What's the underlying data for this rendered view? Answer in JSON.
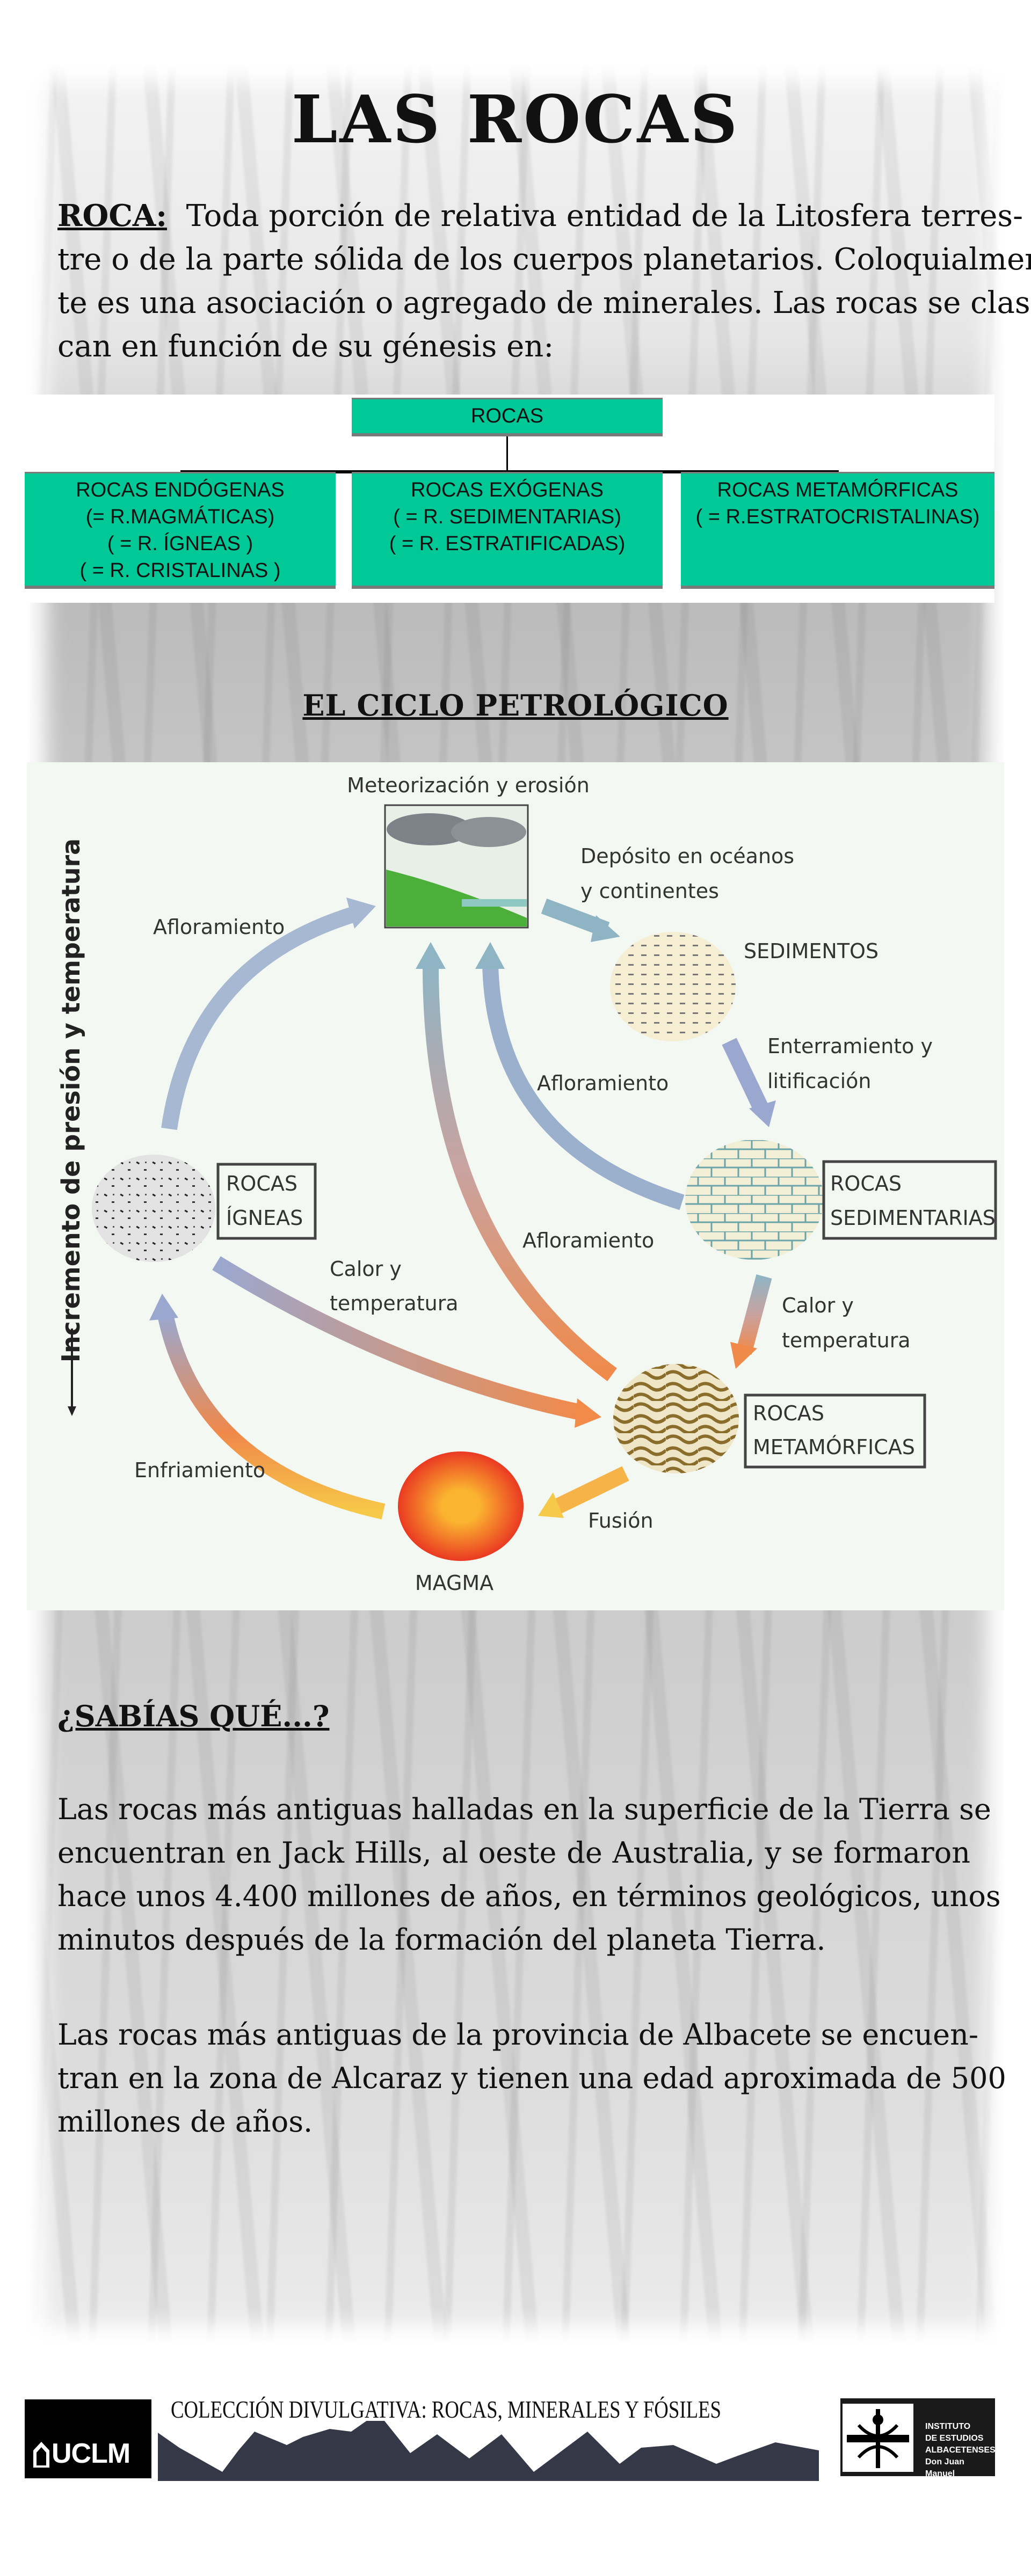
{
  "title": "LAS ROCAS",
  "intro": {
    "term": "ROCA:",
    "lines": [
      "Toda porción de relativa entidad de la Litosfera terres-",
      "tre o de la parte sólida de los cuerpos planetarios. Coloquialmen-",
      "te es una asociación o agregado de minerales. Las rocas se clasifi-",
      "can en función de su génesis en:"
    ]
  },
  "org_chart": {
    "root": "ROCAS",
    "children": [
      {
        "title": "ROCAS ENDÓGENAS",
        "lines": [
          "(= R.MAGMÁTICAS)",
          "( = R. ÍGNEAS )",
          "( = R. CRISTALINAS )"
        ]
      },
      {
        "title": "ROCAS EXÓGENAS",
        "lines": [
          "( = R. SEDIMENTARIAS)",
          "( =  R. ESTRATIFICADAS)"
        ]
      },
      {
        "title": "ROCAS METAMÓRFICAS",
        "lines": [
          "( = R.ESTRATOCRISTALINAS)"
        ]
      }
    ],
    "colors": {
      "box": "#00c896"
    }
  },
  "cycle": {
    "heading": "EL CICLO PETROLÓGICO",
    "axis_label": "Incremento de presión y temperatura",
    "nodes": {
      "weathering": "Meteorización y erosión",
      "sediments": "SEDIMENTOS",
      "sedimentary": [
        "ROCAS",
        "SEDIMENTARIAS"
      ],
      "igneous": [
        "ROCAS",
        "ÍGNEAS"
      ],
      "metamorphic": [
        "ROCAS",
        "METAMÓRFICAS"
      ],
      "magma": "MAGMA"
    },
    "labels": {
      "deposit": [
        "Depósito en océanos",
        "y continentes"
      ],
      "burial": [
        "Enterramiento y",
        "litificación"
      ],
      "uplift_igneous": "Afloramiento",
      "uplift_sedimentary": "Afloramiento",
      "uplift_metamorphic": "Afloramiento",
      "heat_igneous": [
        "Calor y",
        "temperatura"
      ],
      "heat_sedimentary": [
        "Calor y",
        "temperatura"
      ],
      "cooling": "Enfriamiento",
      "melting": "Fusión"
    }
  },
  "did_you_know": {
    "heading": "¿SABÍAS QUÉ...?",
    "p1": [
      "Las rocas más antiguas halladas en la superficie de la Tierra se",
      "encuentran en Jack Hills, al oeste de Australia, y se formaron",
      "hace unos 4.400 millones de años, en términos geológicos, unos",
      "minutos después de la formación del planeta Tierra."
    ],
    "p2": [
      "Las rocas más antiguas de la provincia de Albacete se encuen-",
      "tran en la zona de Alcaraz y tienen una edad aproximada de 500",
      "millones de años."
    ]
  },
  "footer": {
    "collection": "COLECCIÓN DIVULGATIVA: ROCAS, MINERALES Y FÓSILES",
    "uclm_logo": "UCLM",
    "iea_logo": [
      "INSTITUTO",
      "DE ESTUDIOS",
      "ALBACETENSES",
      "Don Juan Manuel"
    ]
  }
}
